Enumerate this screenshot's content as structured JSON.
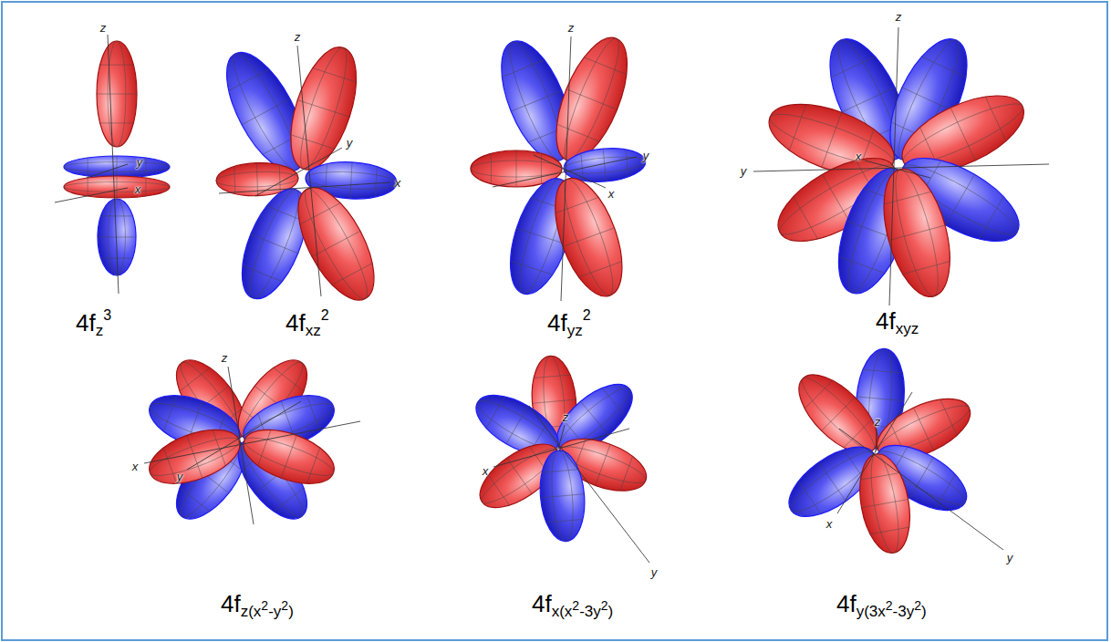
{
  "diagram": {
    "labels": [
      "z",
      "y",
      "x",
      "4f",
      "z",
      "3",
      "z",
      "y",
      "x",
      "4f",
      "xz",
      "2",
      "z",
      "y",
      "x",
      "4f",
      "yz",
      "2",
      "z",
      "y",
      "x",
      "4f",
      "xyz",
      "z",
      "x",
      "y",
      "4f",
      "z(x",
      "2",
      "-y",
      "2",
      ")",
      "z",
      "x",
      "y",
      "4f",
      "x(x",
      "2",
      "-3y",
      "2",
      ")",
      "z",
      "x",
      "y",
      "4f",
      "y(3x",
      "2",
      "-3y",
      "2",
      ")"
    ]
  }
}
